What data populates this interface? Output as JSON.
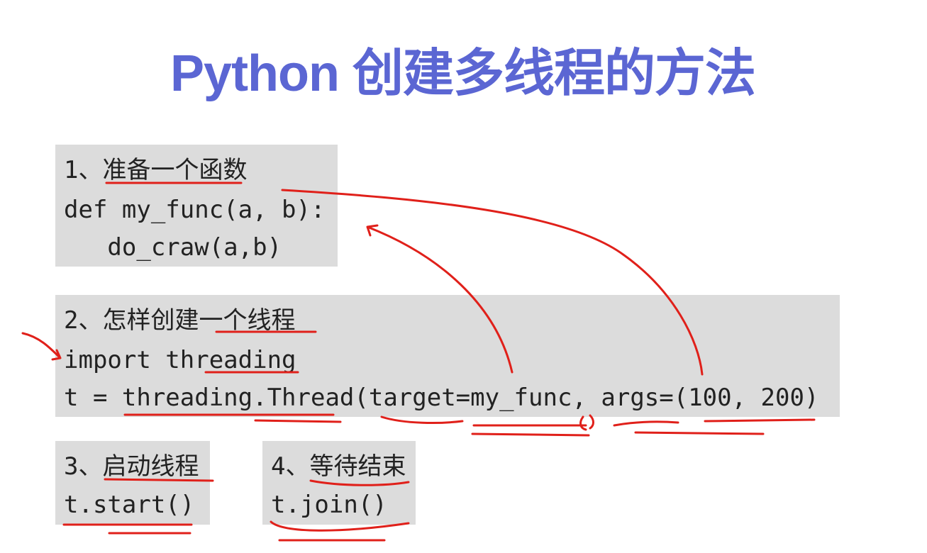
{
  "title": "Python 创建多线程的方法",
  "steps": [
    {
      "heading": "1、准备一个函数",
      "code": [
        "def my_func(a, b):",
        "   do_craw(a,b)"
      ]
    },
    {
      "heading": "2、怎样创建一个线程",
      "code": [
        "import threading",
        "t = threading.Thread(target=my_func, args=(100, 200)"
      ]
    },
    {
      "heading": "3、启动线程",
      "code": [
        "t.start()"
      ]
    },
    {
      "heading": "4、等待结束",
      "code": [
        "t.join()"
      ]
    }
  ],
  "annotation_color": "#e0201a"
}
